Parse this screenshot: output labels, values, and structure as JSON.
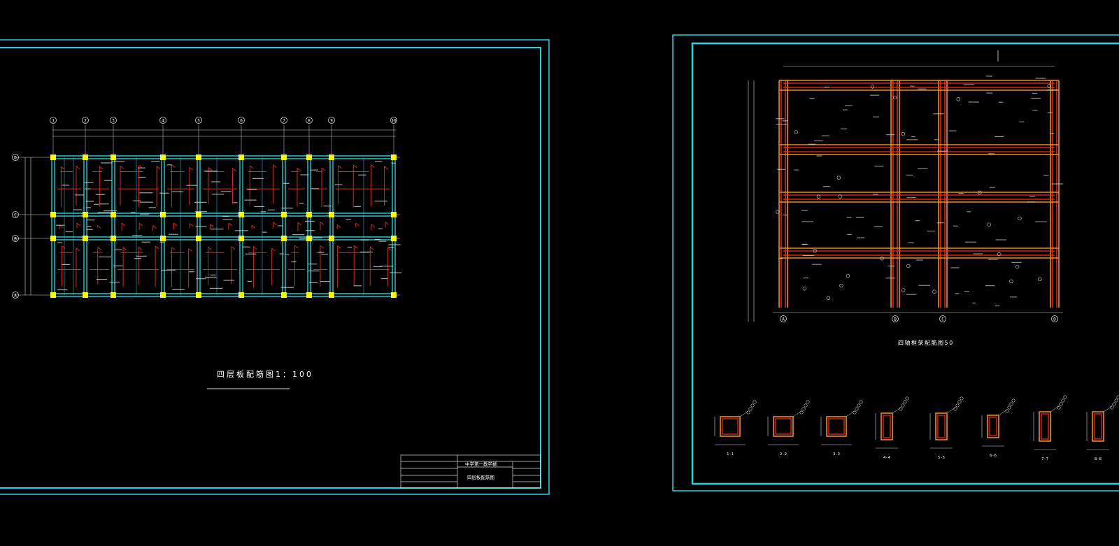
{
  "colors": {
    "frame": "#22d3e6",
    "grid_beam": "#25c8d2",
    "column": "#ffff00",
    "rebar_red": "#d22a1e",
    "frame_orange": "#f08a20",
    "frame_red": "#ff2a1a",
    "dim_white": "#d8d8d8",
    "background": "#000000"
  },
  "left_sheet": {
    "title": "四层板配筋图1：100",
    "grid_top_labels": [
      "1",
      "2",
      "3",
      "4",
      "5",
      "6",
      "7",
      "8",
      "9",
      "10"
    ],
    "grid_side_labels": [
      "D",
      "C",
      "B",
      "A"
    ],
    "title_block": {
      "header": "中学第一教学楼",
      "drawing_name": "四层板配筋图"
    }
  },
  "right_sheet": {
    "title": "四轴框架配筋图50",
    "axis_labels": [
      "A",
      "B",
      "C",
      "D"
    ],
    "section_labels": [
      "1-1",
      "2-2",
      "3-3",
      "4-4",
      "5-5",
      "6-6",
      "7-7",
      "8-8"
    ]
  }
}
